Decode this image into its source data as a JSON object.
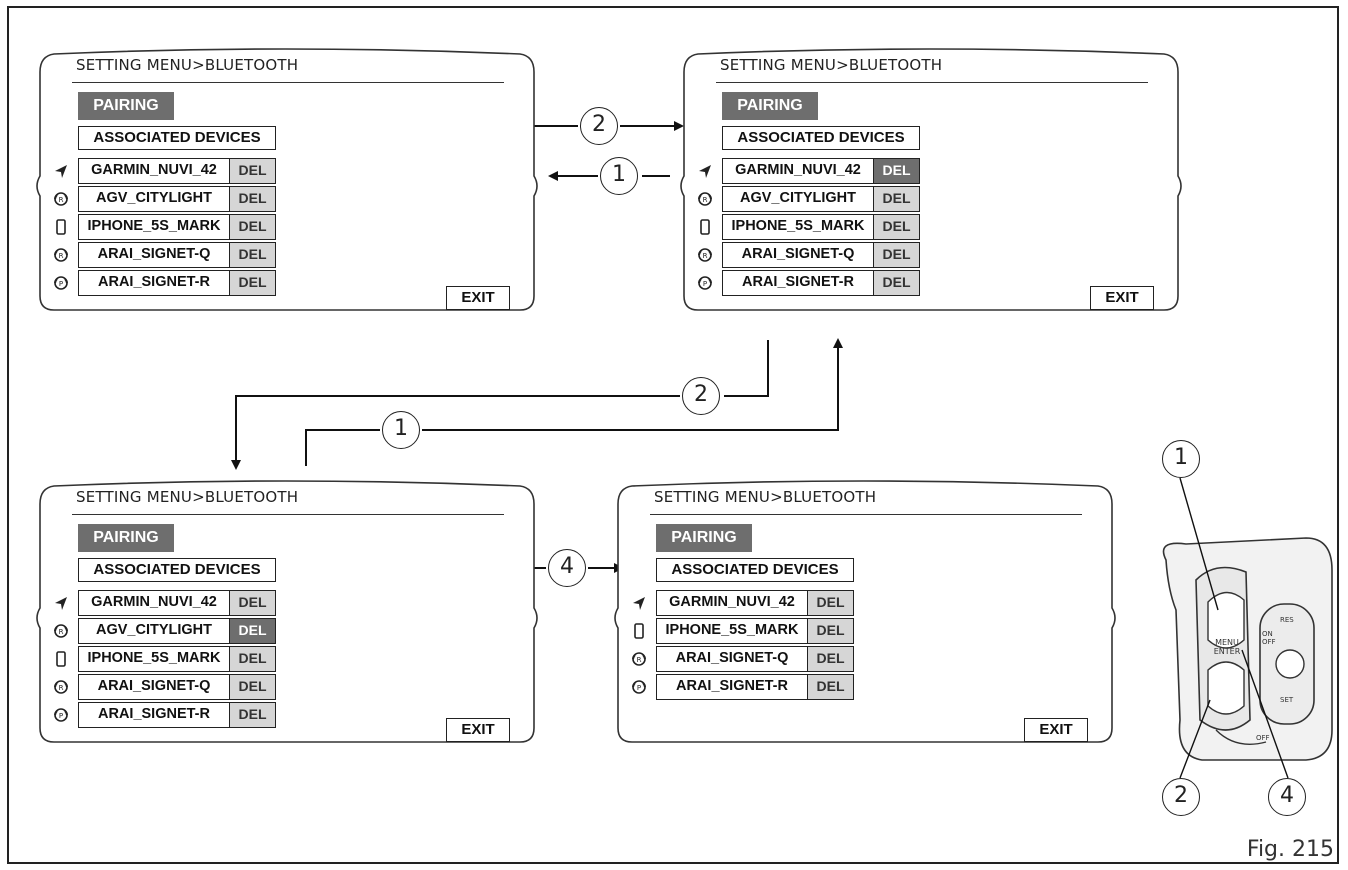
{
  "figure_label": "Fig. 215",
  "screens": [
    {
      "title": "SETTING MENU>BLUETOOTH",
      "pairing": "PAIRING",
      "associated": "ASSOCIATED DEVICES",
      "exit": "EXIT",
      "devices": [
        {
          "icon": "navigator-icon",
          "name": "GARMIN_NUVI_42",
          "del": "DEL",
          "selected": false
        },
        {
          "icon": "helmet-rider-icon",
          "name": "AGV_CITYLIGHT",
          "del": "DEL",
          "selected": false
        },
        {
          "icon": "phone-icon",
          "name": "IPHONE_5S_MARK",
          "del": "DEL",
          "selected": false
        },
        {
          "icon": "helmet-rider-icon",
          "name": "ARAI_SIGNET-Q",
          "del": "DEL",
          "selected": false
        },
        {
          "icon": "helmet-passenger-icon",
          "name": "ARAI_SIGNET-R",
          "del": "DEL",
          "selected": false
        }
      ]
    },
    {
      "title": "SETTING MENU>BLUETOOTH",
      "pairing": "PAIRING",
      "associated": "ASSOCIATED DEVICES",
      "exit": "EXIT",
      "devices": [
        {
          "icon": "navigator-icon",
          "name": "GARMIN_NUVI_42",
          "del": "DEL",
          "selected": true
        },
        {
          "icon": "helmet-rider-icon",
          "name": "AGV_CITYLIGHT",
          "del": "DEL",
          "selected": false
        },
        {
          "icon": "phone-icon",
          "name": "IPHONE_5S_MARK",
          "del": "DEL",
          "selected": false
        },
        {
          "icon": "helmet-rider-icon",
          "name": "ARAI_SIGNET-Q",
          "del": "DEL",
          "selected": false
        },
        {
          "icon": "helmet-passenger-icon",
          "name": "ARAI_SIGNET-R",
          "del": "DEL",
          "selected": false
        }
      ]
    },
    {
      "title": "SETTING MENU>BLUETOOTH",
      "pairing": "PAIRING",
      "associated": "ASSOCIATED DEVICES",
      "exit": "EXIT",
      "devices": [
        {
          "icon": "navigator-icon",
          "name": "GARMIN_NUVI_42",
          "del": "DEL",
          "selected": false
        },
        {
          "icon": "helmet-rider-icon",
          "name": "AGV_CITYLIGHT",
          "del": "DEL",
          "selected": true
        },
        {
          "icon": "phone-icon",
          "name": "IPHONE_5S_MARK",
          "del": "DEL",
          "selected": false
        },
        {
          "icon": "helmet-rider-icon",
          "name": "ARAI_SIGNET-Q",
          "del": "DEL",
          "selected": false
        },
        {
          "icon": "helmet-passenger-icon",
          "name": "ARAI_SIGNET-R",
          "del": "DEL",
          "selected": false
        }
      ]
    },
    {
      "title": "SETTING MENU>BLUETOOTH",
      "pairing": "PAIRING",
      "associated": "ASSOCIATED DEVICES",
      "exit": "EXIT",
      "devices": [
        {
          "icon": "navigator-icon",
          "name": "GARMIN_NUVI_42",
          "del": "DEL",
          "selected": false
        },
        {
          "icon": "phone-icon",
          "name": "IPHONE_5S_MARK",
          "del": "DEL",
          "selected": false
        },
        {
          "icon": "helmet-rider-icon",
          "name": "ARAI_SIGNET-Q",
          "del": "DEL",
          "selected": false
        },
        {
          "icon": "helmet-passenger-icon",
          "name": "ARAI_SIGNET-R",
          "del": "DEL",
          "selected": false
        }
      ]
    }
  ],
  "callouts": {
    "top_forward": "2",
    "top_back": "1",
    "down": "2",
    "up": "1",
    "bottom_forward": "4"
  },
  "switch": {
    "menu_label": "MENU ENTER",
    "on_off": "ON OFF",
    "res": "RES",
    "set": "SET",
    "off": "OFF",
    "callouts": [
      "1",
      "2",
      "4"
    ]
  }
}
